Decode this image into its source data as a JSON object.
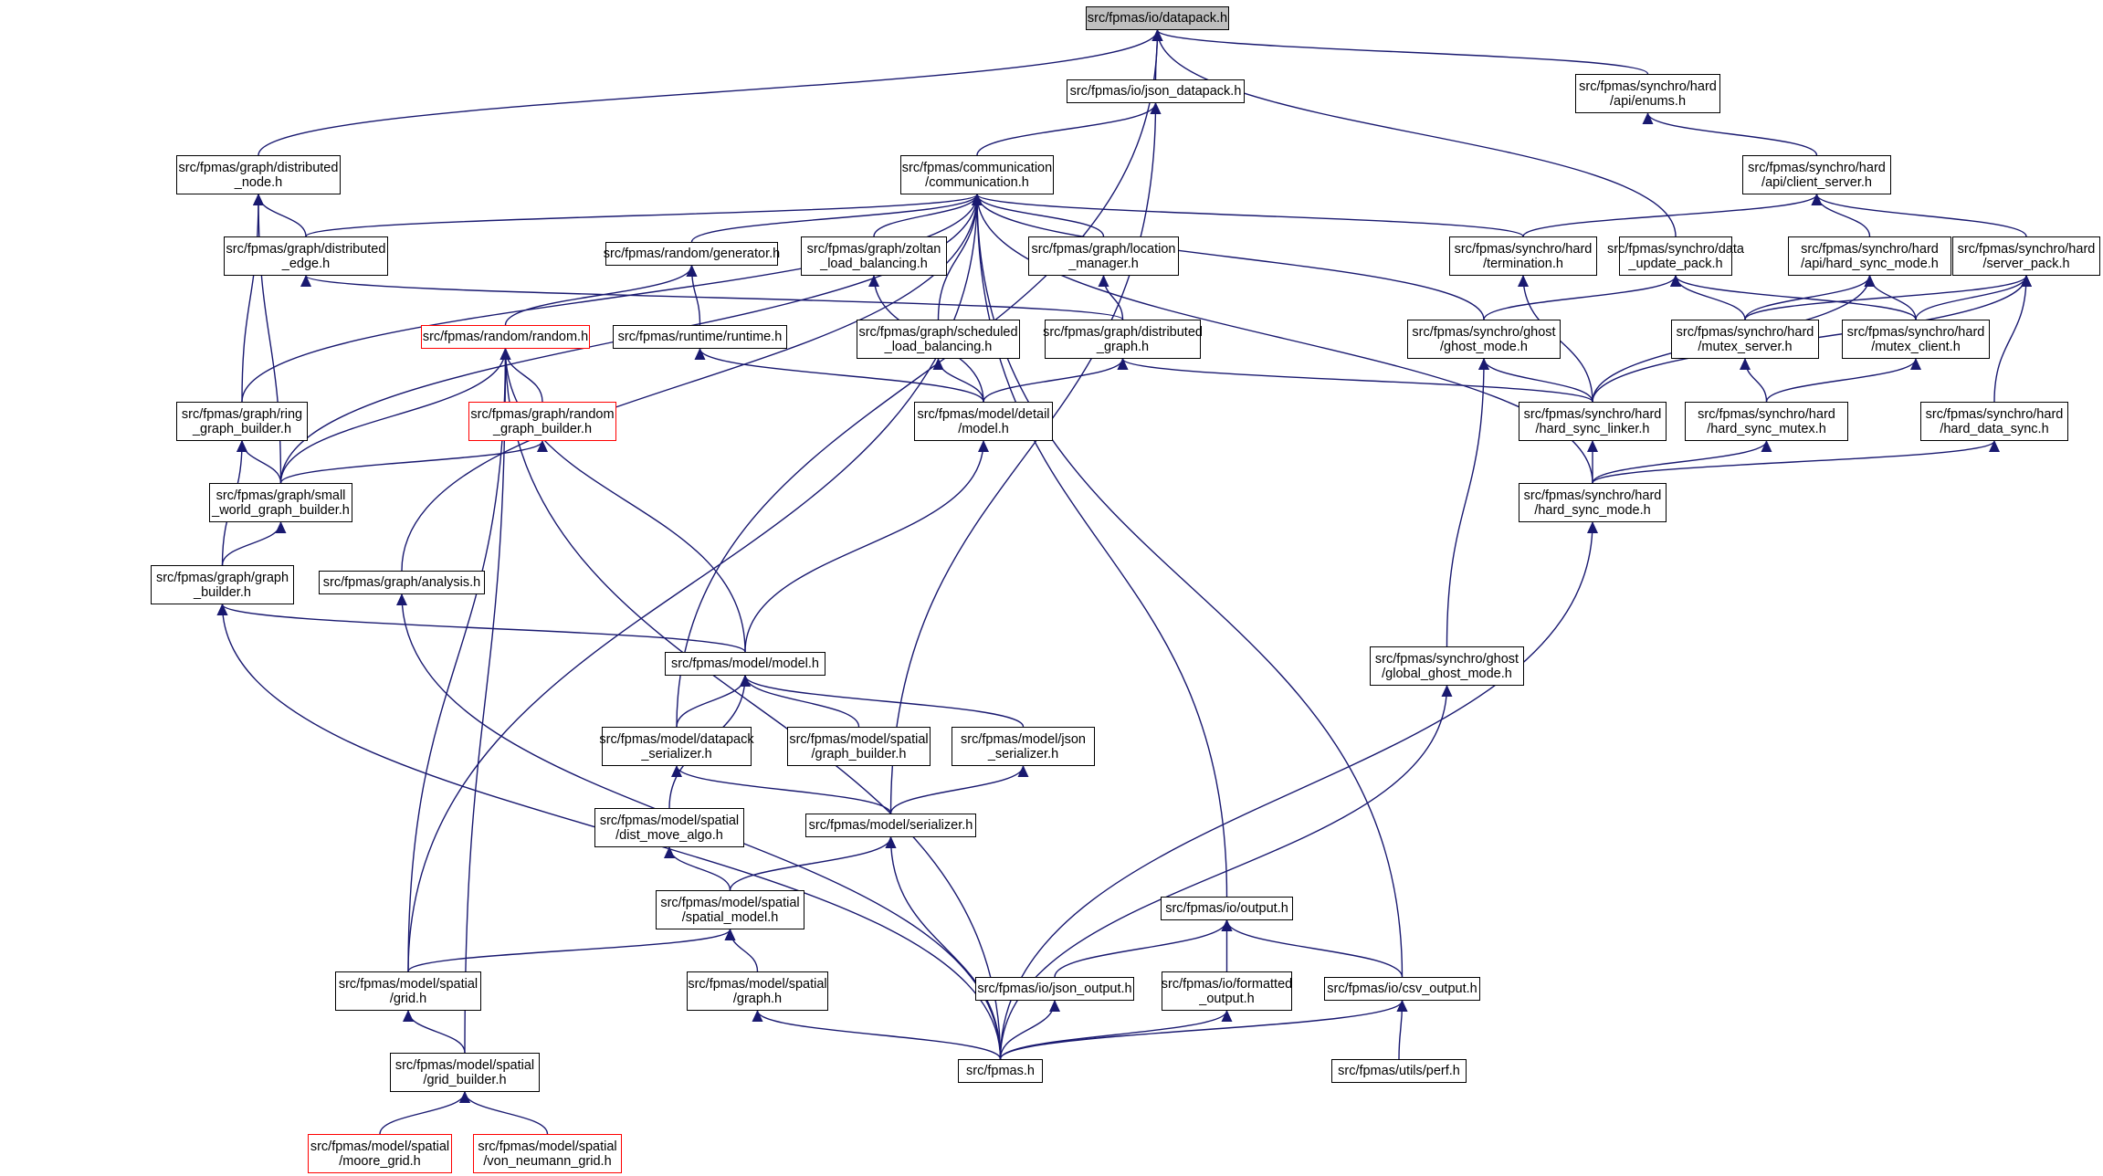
{
  "graph": {
    "nodes": [
      {
        "id": "datapack",
        "lines": [
          "src/fpmas/io/datapack.h"
        ],
        "root": true
      },
      {
        "id": "json_datapack",
        "lines": [
          "src/fpmas/io/json_datapack.h"
        ]
      },
      {
        "id": "enums",
        "lines": [
          "src/fpmas/synchro/hard",
          "/api/enums.h"
        ]
      },
      {
        "id": "distributed_node",
        "lines": [
          "src/fpmas/graph/distributed",
          "_node.h"
        ]
      },
      {
        "id": "communication",
        "lines": [
          "src/fpmas/communication",
          "/communication.h"
        ]
      },
      {
        "id": "client_server",
        "lines": [
          "src/fpmas/synchro/hard",
          "/api/client_server.h"
        ]
      },
      {
        "id": "distributed_edge",
        "lines": [
          "src/fpmas/graph/distributed",
          "_edge.h"
        ]
      },
      {
        "id": "generator",
        "lines": [
          "src/fpmas/random/generator.h"
        ]
      },
      {
        "id": "zoltan",
        "lines": [
          "src/fpmas/graph/zoltan",
          "_load_balancing.h"
        ]
      },
      {
        "id": "location_manager",
        "lines": [
          "src/fpmas/graph/location",
          "_manager.h"
        ]
      },
      {
        "id": "termination",
        "lines": [
          "src/fpmas/synchro/hard",
          "/termination.h"
        ]
      },
      {
        "id": "data_update_pack",
        "lines": [
          "src/fpmas/synchro/data",
          "_update_pack.h"
        ]
      },
      {
        "id": "hard_sync_mode_api",
        "lines": [
          "src/fpmas/synchro/hard",
          "/api/hard_sync_mode.h"
        ]
      },
      {
        "id": "server_pack",
        "lines": [
          "src/fpmas/synchro/hard",
          "/server_pack.h"
        ]
      },
      {
        "id": "random",
        "lines": [
          "src/fpmas/random/random.h"
        ],
        "red": true
      },
      {
        "id": "runtime",
        "lines": [
          "src/fpmas/runtime/runtime.h"
        ]
      },
      {
        "id": "scheduled",
        "lines": [
          "src/fpmas/graph/scheduled",
          "_load_balancing.h"
        ]
      },
      {
        "id": "distributed_graph",
        "lines": [
          "src/fpmas/graph/distributed",
          "_graph.h"
        ]
      },
      {
        "id": "ghost_mode",
        "lines": [
          "src/fpmas/synchro/ghost",
          "/ghost_mode.h"
        ]
      },
      {
        "id": "mutex_server",
        "lines": [
          "src/fpmas/synchro/hard",
          "/mutex_server.h"
        ]
      },
      {
        "id": "mutex_client",
        "lines": [
          "src/fpmas/synchro/hard",
          "/mutex_client.h"
        ]
      },
      {
        "id": "ring",
        "lines": [
          "src/fpmas/graph/ring",
          "_graph_builder.h"
        ]
      },
      {
        "id": "random_graph_builder",
        "lines": [
          "src/fpmas/graph/random",
          "_graph_builder.h"
        ],
        "red": true
      },
      {
        "id": "model_detail",
        "lines": [
          "src/fpmas/model/detail",
          "/model.h"
        ]
      },
      {
        "id": "hard_sync_linker",
        "lines": [
          "src/fpmas/synchro/hard",
          "/hard_sync_linker.h"
        ]
      },
      {
        "id": "hard_sync_mutex",
        "lines": [
          "src/fpmas/synchro/hard",
          "/hard_sync_mutex.h"
        ]
      },
      {
        "id": "hard_data_sync",
        "lines": [
          "src/fpmas/synchro/hard",
          "/hard_data_sync.h"
        ]
      },
      {
        "id": "small_world",
        "lines": [
          "src/fpmas/graph/small",
          "_world_graph_builder.h"
        ]
      },
      {
        "id": "hard_sync_mode",
        "lines": [
          "src/fpmas/synchro/hard",
          "/hard_sync_mode.h"
        ]
      },
      {
        "id": "graph_builder",
        "lines": [
          "src/fpmas/graph/graph",
          "_builder.h"
        ]
      },
      {
        "id": "analysis",
        "lines": [
          "src/fpmas/graph/analysis.h"
        ]
      },
      {
        "id": "model",
        "lines": [
          "src/fpmas/model/model.h"
        ]
      },
      {
        "id": "global_ghost",
        "lines": [
          "src/fpmas/synchro/ghost",
          "/global_ghost_mode.h"
        ]
      },
      {
        "id": "datapack_serializer",
        "lines": [
          "src/fpmas/model/datapack",
          "_serializer.h"
        ]
      },
      {
        "id": "spatial_graph_builder",
        "lines": [
          "src/fpmas/model/spatial",
          "/graph_builder.h"
        ]
      },
      {
        "id": "json_serializer",
        "lines": [
          "src/fpmas/model/json",
          "_serializer.h"
        ]
      },
      {
        "id": "dist_move",
        "lines": [
          "src/fpmas/model/spatial",
          "/dist_move_algo.h"
        ]
      },
      {
        "id": "serializer",
        "lines": [
          "src/fpmas/model/serializer.h"
        ]
      },
      {
        "id": "spatial_model",
        "lines": [
          "src/fpmas/model/spatial",
          "/spatial_model.h"
        ]
      },
      {
        "id": "output",
        "lines": [
          "src/fpmas/io/output.h"
        ]
      },
      {
        "id": "grid",
        "lines": [
          "src/fpmas/model/spatial",
          "/grid.h"
        ]
      },
      {
        "id": "spatial_graph",
        "lines": [
          "src/fpmas/model/spatial",
          "/graph.h"
        ]
      },
      {
        "id": "json_output",
        "lines": [
          "src/fpmas/io/json_output.h"
        ]
      },
      {
        "id": "formatted_output",
        "lines": [
          "src/fpmas/io/formatted",
          "_output.h"
        ]
      },
      {
        "id": "csv_output",
        "lines": [
          "src/fpmas/io/csv_output.h"
        ]
      },
      {
        "id": "grid_builder",
        "lines": [
          "src/fpmas/model/spatial",
          "/grid_builder.h"
        ]
      },
      {
        "id": "fpmas",
        "lines": [
          "src/fpmas.h"
        ]
      },
      {
        "id": "perf",
        "lines": [
          "src/fpmas/utils/perf.h"
        ]
      },
      {
        "id": "moore_grid",
        "lines": [
          "src/fpmas/model/spatial",
          "/moore_grid.h"
        ],
        "red": true
      },
      {
        "id": "von_neumann",
        "lines": [
          "src/fpmas/model/spatial",
          "/von_neumann_grid.h"
        ],
        "red": true
      }
    ],
    "edges": [
      [
        "json_datapack",
        "datapack"
      ],
      [
        "enums",
        "datapack"
      ],
      [
        "distributed_node",
        "datapack"
      ],
      [
        "data_update_pack",
        "datapack"
      ],
      [
        "datapack_serializer",
        "datapack"
      ],
      [
        "communication",
        "json_datapack"
      ],
      [
        "serializer",
        "json_datapack"
      ],
      [
        "client_server",
        "enums"
      ],
      [
        "distributed_edge",
        "distributed_node"
      ],
      [
        "ring",
        "distributed_node"
      ],
      [
        "small_world",
        "distributed_node"
      ],
      [
        "distributed_edge",
        "communication"
      ],
      [
        "generator",
        "communication"
      ],
      [
        "zoltan",
        "communication"
      ],
      [
        "scheduled",
        "communication"
      ],
      [
        "location_manager",
        "communication"
      ],
      [
        "termination",
        "communication"
      ],
      [
        "ghost_mode",
        "communication"
      ],
      [
        "hard_sync_mode",
        "communication"
      ],
      [
        "output",
        "communication"
      ],
      [
        "csv_output",
        "communication"
      ],
      [
        "ring",
        "communication"
      ],
      [
        "small_world",
        "communication"
      ],
      [
        "analysis",
        "communication"
      ],
      [
        "grid",
        "communication"
      ],
      [
        "termination",
        "client_server"
      ],
      [
        "hard_sync_mode_api",
        "client_server"
      ],
      [
        "server_pack",
        "client_server"
      ],
      [
        "distributed_graph",
        "distributed_edge"
      ],
      [
        "random",
        "generator"
      ],
      [
        "runtime",
        "generator"
      ],
      [
        "model_detail",
        "zoltan"
      ],
      [
        "distributed_graph",
        "location_manager"
      ],
      [
        "hard_sync_linker",
        "termination"
      ],
      [
        "ghost_mode",
        "data_update_pack"
      ],
      [
        "mutex_server",
        "data_update_pack"
      ],
      [
        "mutex_client",
        "data_update_pack"
      ],
      [
        "hard_sync_linker",
        "hard_sync_mode_api"
      ],
      [
        "mutex_server",
        "hard_sync_mode_api"
      ],
      [
        "mutex_client",
        "hard_sync_mode_api"
      ],
      [
        "mutex_server",
        "server_pack"
      ],
      [
        "mutex_client",
        "server_pack"
      ],
      [
        "hard_sync_linker",
        "server_pack"
      ],
      [
        "hard_data_sync",
        "server_pack"
      ],
      [
        "random_graph_builder",
        "random"
      ],
      [
        "small_world",
        "random"
      ],
      [
        "model",
        "random"
      ],
      [
        "fpmas",
        "random"
      ],
      [
        "grid",
        "random"
      ],
      [
        "grid_builder",
        "random"
      ],
      [
        "model_detail",
        "runtime"
      ],
      [
        "model_detail",
        "scheduled"
      ],
      [
        "model_detail",
        "distributed_graph"
      ],
      [
        "hard_sync_linker",
        "distributed_graph"
      ],
      [
        "hard_sync_linker",
        "ghost_mode"
      ],
      [
        "global_ghost",
        "ghost_mode"
      ],
      [
        "hard_sync_mutex",
        "mutex_server"
      ],
      [
        "hard_sync_mutex",
        "mutex_client"
      ],
      [
        "small_world",
        "ring"
      ],
      [
        "graph_builder",
        "ring"
      ],
      [
        "small_world",
        "random_graph_builder"
      ],
      [
        "model",
        "model_detail"
      ],
      [
        "hard_sync_mode",
        "hard_sync_linker"
      ],
      [
        "hard_sync_mode",
        "hard_sync_mutex"
      ],
      [
        "hard_sync_mode",
        "hard_data_sync"
      ],
      [
        "graph_builder",
        "small_world"
      ],
      [
        "model",
        "graph_builder"
      ],
      [
        "fpmas",
        "graph_builder"
      ],
      [
        "fpmas",
        "analysis"
      ],
      [
        "datapack_serializer",
        "model"
      ],
      [
        "spatial_graph_builder",
        "model"
      ],
      [
        "json_serializer",
        "model"
      ],
      [
        "dist_move",
        "model"
      ],
      [
        "fpmas",
        "global_ghost"
      ],
      [
        "serializer",
        "datapack_serializer"
      ],
      [
        "serializer",
        "json_serializer"
      ],
      [
        "spatial_model",
        "dist_move"
      ],
      [
        "spatial_model",
        "serializer"
      ],
      [
        "fpmas",
        "serializer"
      ],
      [
        "grid",
        "spatial_model"
      ],
      [
        "spatial_graph",
        "spatial_model"
      ],
      [
        "json_output",
        "output"
      ],
      [
        "formatted_output",
        "output"
      ],
      [
        "csv_output",
        "output"
      ],
      [
        "grid_builder",
        "grid"
      ],
      [
        "fpmas",
        "spatial_graph"
      ],
      [
        "fpmas",
        "json_output"
      ],
      [
        "fpmas",
        "formatted_output"
      ],
      [
        "fpmas",
        "csv_output"
      ],
      [
        "perf",
        "csv_output"
      ],
      [
        "moore_grid",
        "grid_builder"
      ],
      [
        "von_neumann",
        "grid_builder"
      ],
      [
        "fpmas",
        "hard_sync_mode"
      ]
    ],
    "colors": {
      "edge": "#191970",
      "border": "#000000",
      "red_border": "#ff0000",
      "root_fill": "#bfbfbf",
      "background": "#ffffff"
    }
  }
}
